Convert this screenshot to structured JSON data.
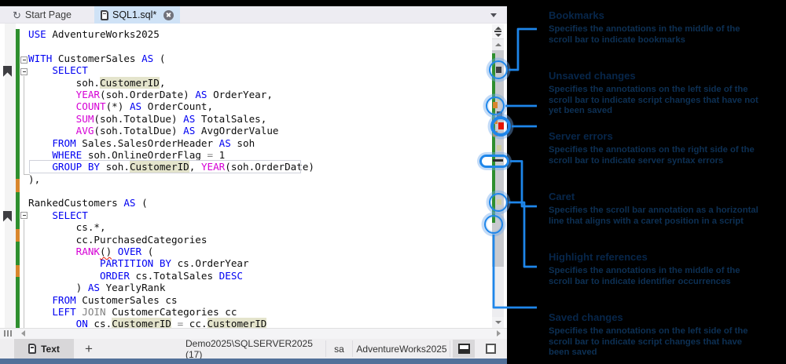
{
  "tabs": {
    "start_page": {
      "label": "Start Page"
    },
    "sql": {
      "label": "SQL1.sql*"
    }
  },
  "editor": {
    "lines": [
      {
        "t": [
          [
            "kw",
            "USE"
          ],
          [
            "id",
            " AdventureWorks2025"
          ]
        ]
      },
      {
        "t": []
      },
      {
        "t": [
          [
            "kw",
            "WITH"
          ],
          [
            "id",
            " CustomerSales "
          ],
          [
            "kw",
            "AS"
          ],
          [
            "id",
            " ("
          ]
        ]
      },
      {
        "t": [
          [
            "id",
            "    "
          ],
          [
            "kw",
            "SELECT"
          ]
        ],
        "bookmark": true
      },
      {
        "t": [
          [
            "id",
            "        soh."
          ],
          [
            "hl",
            "CustomerID"
          ],
          [
            "id",
            ","
          ]
        ]
      },
      {
        "t": [
          [
            "id",
            "        "
          ],
          [
            "fn",
            "YEAR"
          ],
          [
            "id",
            "(soh.OrderDate) "
          ],
          [
            "kw",
            "AS"
          ],
          [
            "id",
            " OrderYear,"
          ]
        ]
      },
      {
        "t": [
          [
            "id",
            "        "
          ],
          [
            "fn",
            "COUNT"
          ],
          [
            "id",
            "(*) "
          ],
          [
            "kw",
            "AS"
          ],
          [
            "id",
            " OrderCount,"
          ]
        ]
      },
      {
        "t": [
          [
            "id",
            "        "
          ],
          [
            "fn",
            "SUM"
          ],
          [
            "id",
            "(soh.TotalDue) "
          ],
          [
            "kw",
            "AS"
          ],
          [
            "id",
            " TotalSales,"
          ]
        ]
      },
      {
        "t": [
          [
            "id",
            "        "
          ],
          [
            "fn",
            "AVG"
          ],
          [
            "id",
            "(soh.TotalDue) "
          ],
          [
            "kw",
            "AS"
          ],
          [
            "id",
            " AvgOrderValue"
          ]
        ]
      },
      {
        "t": [
          [
            "id",
            "    "
          ],
          [
            "kw",
            "FROM"
          ],
          [
            "id",
            " Sales.SalesOrderHeader "
          ],
          [
            "kw",
            "AS"
          ],
          [
            "id",
            " soh"
          ]
        ]
      },
      {
        "t": [
          [
            "id",
            "    "
          ],
          [
            "kw",
            "WHERE"
          ],
          [
            "id",
            " soh.OnlineOrderFlag "
          ],
          [
            "gr",
            "="
          ],
          [
            "id",
            " 1"
          ]
        ]
      },
      {
        "t": [
          [
            "id",
            "    "
          ],
          [
            "kw",
            "GROUP BY"
          ],
          [
            "id",
            " soh."
          ],
          [
            "hl",
            "CustomerID"
          ],
          [
            "id",
            ", "
          ],
          [
            "fn",
            "YEAR"
          ],
          [
            "id",
            "(soh.OrderDate)"
          ]
        ],
        "caret": true
      },
      {
        "t": [
          [
            "id",
            "),"
          ]
        ]
      },
      {
        "t": []
      },
      {
        "t": [
          [
            "id",
            "RankedCustomers "
          ],
          [
            "kw",
            "AS"
          ],
          [
            "id",
            " ("
          ]
        ]
      },
      {
        "t": [
          [
            "id",
            "    "
          ],
          [
            "kw",
            "SELECT"
          ]
        ],
        "bookmark": true
      },
      {
        "t": [
          [
            "id",
            "        cs.*,"
          ]
        ]
      },
      {
        "t": [
          [
            "id",
            "        cc.PurchasedCategories"
          ]
        ]
      },
      {
        "t": [
          [
            "id",
            "        "
          ],
          [
            "fn",
            "RANK"
          ],
          [
            "sq",
            "()"
          ],
          [
            "id",
            " "
          ],
          [
            "kw",
            "OVER"
          ],
          [
            "id",
            " ("
          ]
        ]
      },
      {
        "t": [
          [
            "id",
            "            "
          ],
          [
            "kw",
            "PARTITION BY"
          ],
          [
            "id",
            " cs.OrderYear"
          ]
        ]
      },
      {
        "t": [
          [
            "id",
            "            "
          ],
          [
            "kw",
            "ORDER"
          ],
          [
            "id",
            " cs.TotalSales "
          ],
          [
            "kw",
            "DESC"
          ]
        ]
      },
      {
        "t": [
          [
            "id",
            "        ) "
          ],
          [
            "kw",
            "AS"
          ],
          [
            "id",
            " YearlyRank"
          ]
        ]
      },
      {
        "t": [
          [
            "id",
            "    "
          ],
          [
            "kw",
            "FROM"
          ],
          [
            "id",
            " CustomerSales cs"
          ]
        ]
      },
      {
        "t": [
          [
            "id",
            "    "
          ],
          [
            "kw",
            "LEFT"
          ],
          [
            "gr",
            " JOIN"
          ],
          [
            "id",
            " CustomerCategories cc"
          ]
        ]
      },
      {
        "t": [
          [
            "id",
            "        "
          ],
          [
            "kw",
            "ON"
          ],
          [
            "id",
            " cs."
          ],
          [
            "hl",
            "CustomerID"
          ],
          [
            "id",
            " "
          ],
          [
            "gr",
            "="
          ],
          [
            "id",
            " cc."
          ],
          [
            "hl",
            "CustomerID"
          ]
        ]
      }
    ]
  },
  "callouts": [
    {
      "title": "Bookmarks",
      "body": "Specifies the annotations in the middle of the scroll bar to indicate bookmarks"
    },
    {
      "title": "Unsaved changes",
      "body": "Specifies the annotations on the left side of the scroll bar to indicate script changes that have not yet been saved"
    },
    {
      "title": "Server errors",
      "body": "Specifies the annotations on the right side of the scroll bar to indicate server syntax errors"
    },
    {
      "title": "Caret",
      "body": "Specifies the scroll bar annotation as a horizontal line that aligns with a caret position in a script"
    },
    {
      "title": "Highlight references",
      "body": "Specifies the annotations in the middle of the scroll bar to indicate identifier occurrences"
    },
    {
      "title": "Saved changes",
      "body": "Specifies the annotations on the left side of the scroll bar to indicate script changes that have been saved"
    }
  ],
  "status_bar": {
    "text_tab": "Text",
    "new_tab": "+",
    "server": "Demo2025\\SQLSERVER2025 (17)",
    "user": "sa",
    "database": "AdventureWorks2025"
  },
  "colors": {
    "keyword": "#0000f2",
    "function": "#d500d5",
    "gray": "#808080",
    "identifier": "#0d0d0d",
    "highlight_bg": "#e4e4cc",
    "saved": "#2e8f2e",
    "unsaved": "#d9862c",
    "bookmark": "#3e3e42",
    "error": "#e51400",
    "caret_mark": "#2b2b2b",
    "highlight_mark": "#cfcfa0",
    "connector": "#1e86ea",
    "callout_bg": "#1277e4",
    "callout_title": "#07264a",
    "callout_body": "#0d3054",
    "active_tab_bg": "#cfe2f6",
    "status_strip": "#527099"
  }
}
